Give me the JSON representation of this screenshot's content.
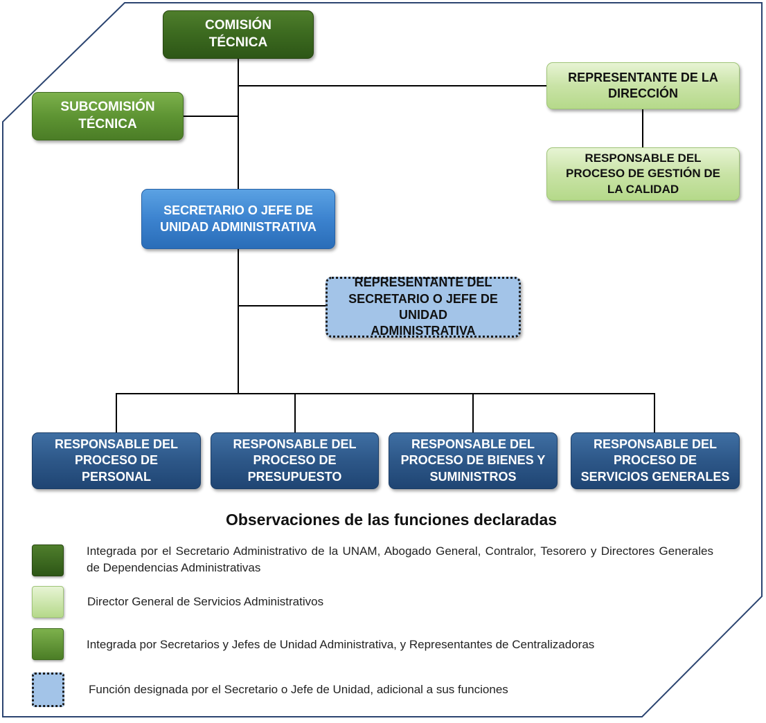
{
  "nodes": {
    "comision": "COMISIÓN TÉCNICA",
    "subcomision": "SUBCOMISIÓN TÉCNICA",
    "representante_direccion": "REPRESENTANTE DE LA DIRECCIÓN",
    "responsable_calidad": "RESPONSABLE DEL PROCESO DE GESTIÓN DE LA CALIDAD",
    "secretario": "SECRETARIO O JEFE DE UNIDAD ADMINISTRATIVA",
    "representante_secretario": "REPRESENTANTE DEL SECRETARIO O JEFE DE UNIDAD ADMINISTRATIVA",
    "personal": "RESPONSABLE DEL PROCESO DE PERSONAL",
    "presupuesto": "RESPONSABLE DEL PROCESO DE PRESUPUESTO",
    "bienes": "RESPONSABLE DEL PROCESO DE BIENES Y SUMINISTROS",
    "servicios": "RESPONSABLE DEL PROCESO DE SERVICIOS GENERALES"
  },
  "legend": {
    "title": "Observaciones de las funciones declaradas",
    "items": [
      {
        "swatch": "dark-green",
        "text": "Integrada por el Secretario Administrativo de la UNAM, Abogado General, Contralor, Tesorero y Directores Generales de Dependencias Administrativas"
      },
      {
        "swatch": "light-green",
        "text": "Director General de Servicios Administrativos"
      },
      {
        "swatch": "mid-green",
        "text": "Integrada por Secretarios y Jefes de Unidad Administrativa, y Representantes de Centralizadoras"
      },
      {
        "swatch": "dotted-blue",
        "text": "Función designada por el Secretario o Jefe de Unidad, adicional a sus funciones"
      }
    ]
  },
  "colors": {
    "dark_green": "#3d6b20",
    "mid_green": "#5e9433",
    "light_green": "#c9e3a6",
    "blue": "#3c83cf",
    "dark_blue": "#2d5788",
    "dotted_blue": "#a3c4e8",
    "frame_border": "#2b4470"
  }
}
